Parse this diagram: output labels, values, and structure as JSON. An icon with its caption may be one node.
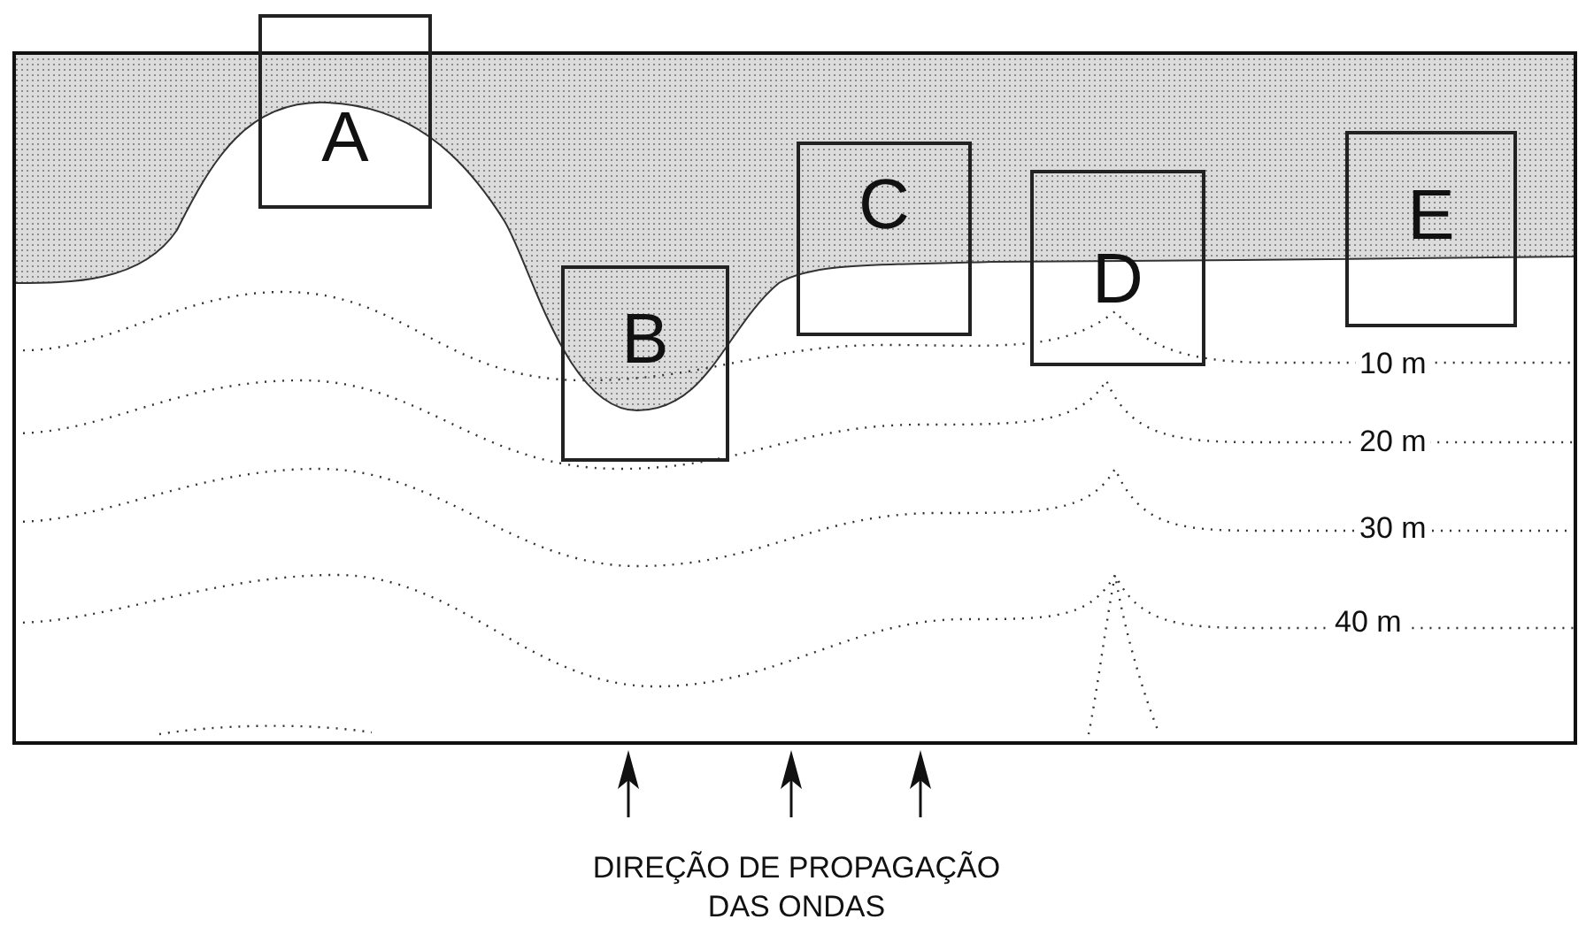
{
  "diagram": {
    "nodes": [
      {
        "text": [
          "A"
        ]
      },
      {
        "text": [
          "B"
        ]
      },
      {
        "text": [
          "C"
        ]
      },
      {
        "text": [
          "D"
        ]
      },
      {
        "text": [
          "E"
        ]
      }
    ],
    "labels": [
      "10 m",
      "20 m",
      "30 m",
      "40 m",
      "DIREÇÃO DE PROPAGAÇÃO DAS ONDAS"
    ]
  }
}
